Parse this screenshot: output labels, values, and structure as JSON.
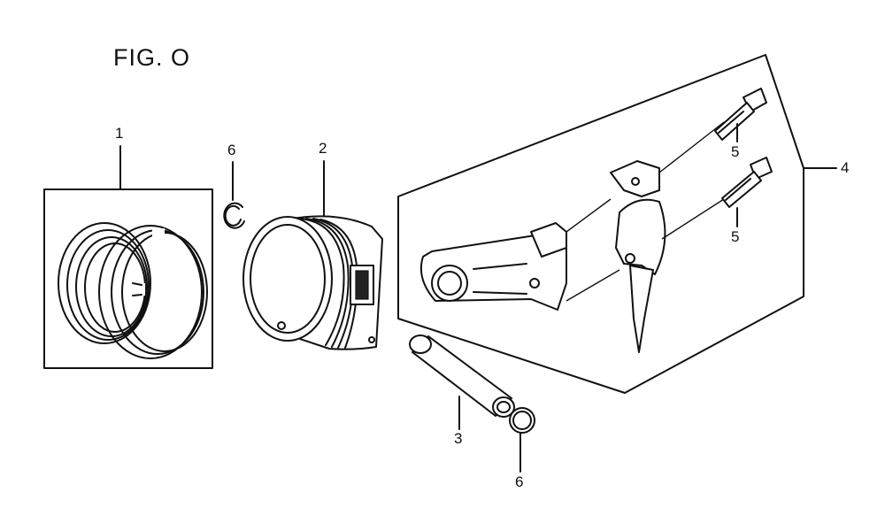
{
  "figure": {
    "title": "FIG. O"
  },
  "callouts": {
    "piston_rings": "1",
    "piston": "2",
    "piston_pin": "3",
    "connecting_rod": "4",
    "bolt_upper": "5",
    "bolt_lower": "5",
    "clip_upper": "6",
    "clip_lower": "6"
  }
}
